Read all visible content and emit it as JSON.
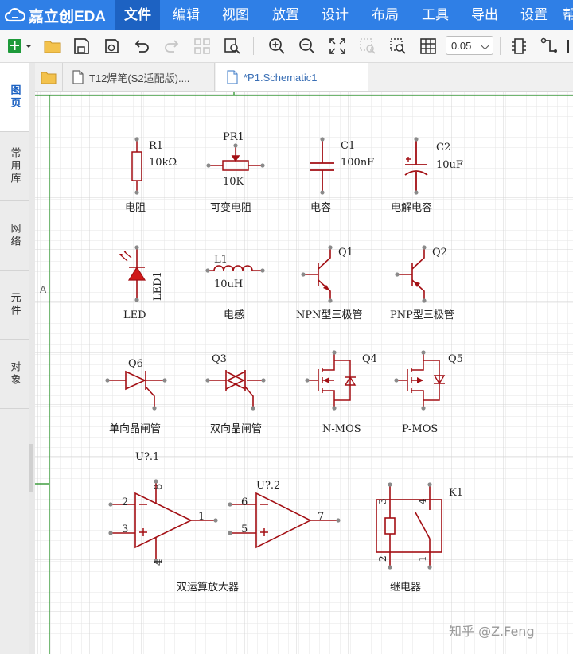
{
  "app": {
    "name": "嘉立创EDA"
  },
  "menu": [
    "文件",
    "编辑",
    "视图",
    "放置",
    "设计",
    "布局",
    "工具",
    "导出",
    "设置",
    "帮"
  ],
  "toolbar": {
    "zoom": "0.05"
  },
  "left_tabs": [
    "图页",
    "常用库",
    "网络",
    "元件",
    "对象"
  ],
  "doc_tabs": [
    {
      "label": "T12焊笔(S2适配版)...."
    },
    {
      "label": "*P1.Schematic1"
    }
  ],
  "frame": {
    "row_label": "A"
  },
  "components": {
    "r1": {
      "designator": "R1",
      "value": "10kΩ",
      "caption": "电阻"
    },
    "pr1": {
      "designator": "PR1",
      "value": "10K",
      "caption": "可变电阻"
    },
    "c1": {
      "designator": "C1",
      "value": "100nF",
      "caption": "电容"
    },
    "c2": {
      "designator": "C2",
      "value": "10uF",
      "caption": "电解电容"
    },
    "led1": {
      "designator": "LED1",
      "caption": "LED"
    },
    "l1": {
      "designator": "L1",
      "value": "10uH",
      "caption": "电感"
    },
    "q1": {
      "designator": "Q1",
      "caption": "NPN型三极管"
    },
    "q2": {
      "designator": "Q2",
      "caption": "PNP型三极管"
    },
    "q6": {
      "designator": "Q6",
      "caption": "单向晶闸管"
    },
    "q3": {
      "designator": "Q3",
      "caption": "双向晶闸管"
    },
    "q4": {
      "designator": "Q4",
      "caption": "N-MOS"
    },
    "q5": {
      "designator": "Q5",
      "caption": "P-MOS"
    },
    "u1": {
      "designator": "U?.1",
      "pins": [
        "2",
        "3",
        "1",
        "8",
        "4"
      ]
    },
    "u2": {
      "designator": "U?.2",
      "pins": [
        "6",
        "5",
        "7"
      ]
    },
    "opamp_caption": "双运算放大器",
    "k1": {
      "designator": "K1",
      "pins": [
        "3",
        "4",
        "2",
        "1"
      ],
      "caption": "继电器"
    },
    "opamp_signs": [
      "-",
      "+"
    ]
  },
  "watermark": "知乎 @Z.Feng",
  "colors": {
    "menubar": "#2f7fe6",
    "menu_active": "#1d62c2",
    "symbol": "#a30f14",
    "pin": "#8a8a8a",
    "frame": "#1a8a1a",
    "grid": "#e3e3e3"
  }
}
